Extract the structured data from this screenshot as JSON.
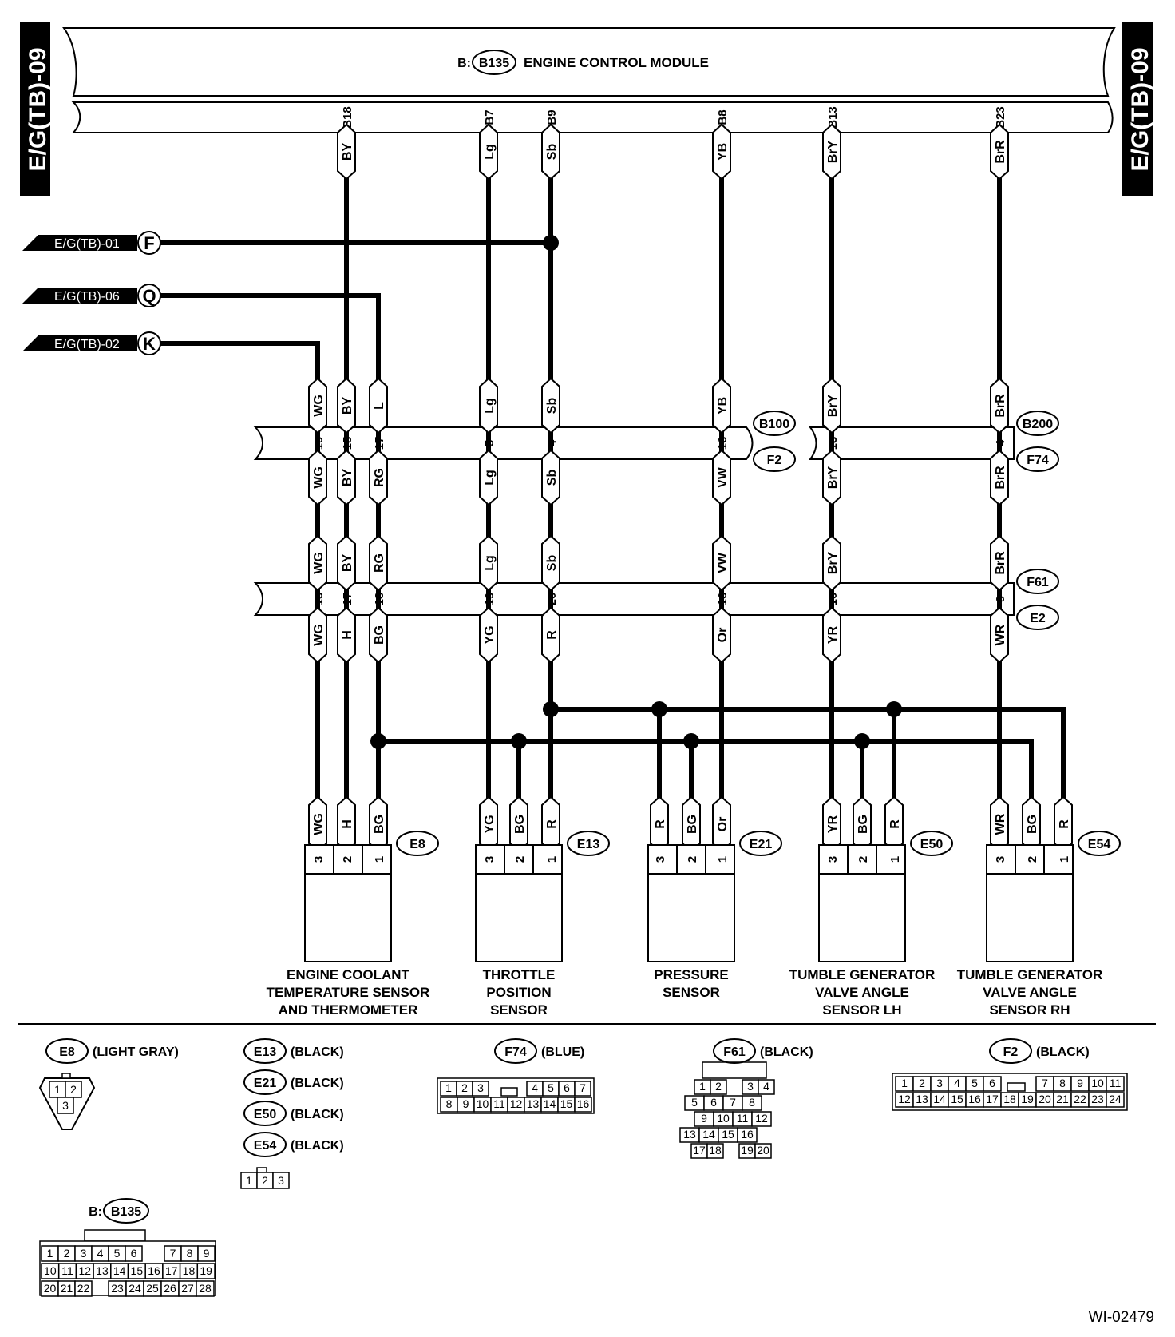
{
  "ecm": {
    "prefix": "B:",
    "code": "B135",
    "title": "ENGINE CONTROL MODULE"
  },
  "page_tag_left": "E/G(TB)-09",
  "page_tag_right": "E/G(TB)-09",
  "ref_code": "WI-02479",
  "refs": [
    {
      "page": "E/G(TB)-01",
      "letter": "F"
    },
    {
      "page": "E/G(TB)-06",
      "letter": "Q"
    },
    {
      "page": "E/G(TB)-02",
      "letter": "K"
    }
  ],
  "ecm_pins": [
    {
      "pin": "B18",
      "wire": "BY"
    },
    {
      "pin": "B7",
      "wire": "Lg"
    },
    {
      "pin": "B9",
      "wire": "Sb"
    },
    {
      "pin": "B8",
      "wire": "YB"
    },
    {
      "pin": "B13",
      "wire": "BrY"
    },
    {
      "pin": "B23",
      "wire": "BrR"
    }
  ],
  "conn1": {
    "upper": "B100",
    "lower": "F2",
    "upper2": "B200",
    "lower2": "F74",
    "top_wires": [
      "WG",
      "BY",
      "L",
      "Lg",
      "Sb",
      "YB",
      "BrY",
      "BrR"
    ],
    "pins": [
      "19",
      "15",
      "17",
      "5",
      "4",
      "16",
      "13",
      "4"
    ],
    "bottom_wires": [
      "WG",
      "BY",
      "RG",
      "Lg",
      "Sb",
      "VW",
      "BrY",
      "BrR"
    ]
  },
  "conn2": {
    "upper": "F61",
    "lower": "E2",
    "top_wires": [
      "WG",
      "BY",
      "RG",
      "Lg",
      "Sb",
      "VW",
      "BrY",
      "BrR"
    ],
    "pins": [
      "15",
      "17",
      "18",
      "19",
      "20",
      "16",
      "10",
      "9"
    ],
    "bottom_wires": [
      "WG",
      "H",
      "BG",
      "YG",
      "R",
      "Or",
      "YR",
      "WR"
    ]
  },
  "sensors": [
    {
      "code": "E8",
      "wires": [
        "WG",
        "H",
        "BG"
      ],
      "pins": [
        "3",
        "2",
        "1"
      ],
      "name": [
        "ENGINE COOLANT",
        "TEMPERATURE SENSOR",
        "AND THERMOMETER"
      ]
    },
    {
      "code": "E13",
      "wires": [
        "YG",
        "BG",
        "R"
      ],
      "pins": [
        "3",
        "2",
        "1"
      ],
      "name": [
        "THROTTLE",
        "POSITION",
        "SENSOR"
      ]
    },
    {
      "code": "E21",
      "wires": [
        "R",
        "BG",
        "Or"
      ],
      "pins": [
        "3",
        "2",
        "1"
      ],
      "name": [
        "PRESSURE",
        "SENSOR"
      ]
    },
    {
      "code": "E50",
      "wires": [
        "YR",
        "BG",
        "R"
      ],
      "pins": [
        "3",
        "2",
        "1"
      ],
      "name": [
        "TUMBLE GENERATOR",
        "VALVE ANGLE",
        "SENSOR LH"
      ]
    },
    {
      "code": "E54",
      "wires": [
        "WR",
        "BG",
        "R"
      ],
      "pins": [
        "3",
        "2",
        "1"
      ],
      "name": [
        "TUMBLE GENERATOR",
        "VALVE ANGLE",
        "SENSOR RH"
      ]
    }
  ],
  "legend": {
    "e8": {
      "code": "E8",
      "color": "(LIGHT GRAY)",
      "pins": [
        "1",
        "2",
        "3"
      ]
    },
    "group": [
      {
        "code": "E13",
        "color": "(BLACK)"
      },
      {
        "code": "E21",
        "color": "(BLACK)"
      },
      {
        "code": "E50",
        "color": "(BLACK)"
      },
      {
        "code": "E54",
        "color": "(BLACK)"
      }
    ],
    "group_pins": [
      "1",
      "2",
      "3"
    ],
    "f74": {
      "code": "F74",
      "color": "(BLUE)",
      "row1": [
        "1",
        "2",
        "3",
        "4",
        "5",
        "6",
        "7"
      ],
      "row2": [
        "8",
        "9",
        "10",
        "11",
        "12",
        "13",
        "14",
        "15",
        "16"
      ]
    },
    "f61": {
      "code": "F61",
      "color": "(BLACK)",
      "rows": [
        [
          "1",
          "2",
          "3",
          "4"
        ],
        [
          "5",
          "6",
          "7",
          "8"
        ],
        [
          "9",
          "10",
          "11",
          "12"
        ],
        [
          "13",
          "14",
          "15",
          "16"
        ],
        [
          "17",
          "18",
          "19",
          "20"
        ]
      ]
    },
    "f2": {
      "code": "F2",
      "color": "(BLACK)",
      "row1": [
        "1",
        "2",
        "3",
        "4",
        "5",
        "6",
        "7",
        "8",
        "9",
        "10",
        "11"
      ],
      "row2": [
        "12",
        "13",
        "14",
        "15",
        "16",
        "17",
        "18",
        "19",
        "20",
        "21",
        "22",
        "23",
        "24"
      ]
    },
    "b135": {
      "prefix": "B:",
      "code": "B135",
      "rows": [
        [
          "1",
          "2",
          "3",
          "4",
          "5",
          "6",
          "7",
          "8",
          "9"
        ],
        [
          "10",
          "11",
          "12",
          "13",
          "14",
          "15",
          "16",
          "17",
          "18",
          "19"
        ],
        [
          "20",
          "21",
          "22",
          "23",
          "24",
          "25",
          "26",
          "27",
          "28"
        ]
      ]
    }
  }
}
